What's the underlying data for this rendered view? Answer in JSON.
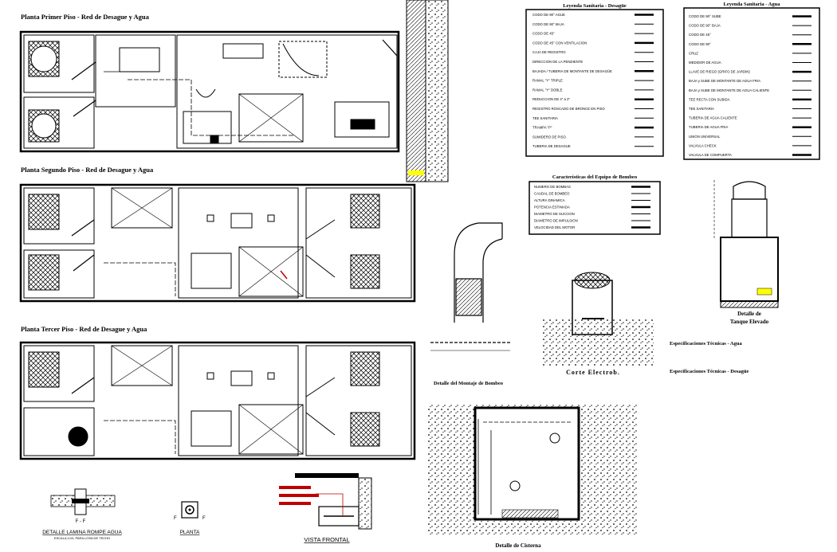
{
  "titles": {
    "floor1": "Planta Primer Piso - Red de Desague y Agua",
    "floor2": "Planta Segundo Piso - Red de Desague y Agua",
    "floor3": "Planta Tercer Piso - Red de Desague y Agua"
  },
  "legend_drain": {
    "title": "Leyenda Sanitaria - Desagüe",
    "items": [
      "CODO DE 90° AGUE",
      "CODO DE 90° BAJA",
      "CODO DE 45°",
      "CODO DE 45° CON VENTILACION",
      "CAJA DE REGISTRO",
      "DIRECCION DE LA PENDIENTE",
      "BAJADA / TUBERIA DE MONTANTE DE DESAGÜE",
      "RAMAL \"Y\" TRIPLE",
      "RAMAL \"Y\" DOBLE",
      "REDUCCION DE 4\" a 2\"",
      "REGISTRO ROSCADO DE BRONCE EN PISO",
      "TEE SANITARIA",
      "TRAMPA \"P\"",
      "SUMIDERO DE PISO",
      "TUBERIA DE DESAGUE"
    ]
  },
  "legend_water": {
    "title": "Leyenda Sanitaria - Agua",
    "items": [
      "CODO DE 90° SUBE",
      "CODO DE 90° BAJA",
      "CODO DE 45°",
      "CODO DE 90°",
      "CRUZ",
      "MEDIDOR DE AGUA",
      "LLAVE DE RIEGO (GRIFO DE JARDIN)",
      "BAJA y SUBE DE MONTANTE DE AGUA FRIA",
      "BAJA y SUBE DE MONTANTE DE AGUA CALIENTE",
      "TEE RECTA CON SUBIDA",
      "TEE SANITARIA",
      "TUBERIA DE AGUA CALIENTE",
      "TUBERIA DE AGUA FRIA",
      "UNION UNIVERSAL",
      "VALVULA CHECK",
      "VALVULA DE COMPUERTA"
    ]
  },
  "pump_table": {
    "title": "Características del Equipo de Bombeo",
    "rows": [
      "NUMERO DE BOMBAS",
      "CAUDAL DE BOMBEO",
      "ALTURA DINAMICA",
      "POTENCIA ESTIMADA",
      "DIAMETRO DE SUCCION",
      "DIAMETRO DE IMPULSION",
      "VELOCIDAD DEL MOTOR"
    ]
  },
  "labels": {
    "corte_electrob": "Corte Electrob.",
    "detalle_tanque": "Detalle de",
    "tanque_elevado": "Tanque Elevado",
    "detalle_montaje": "Detalle del Montaje de Bombeo",
    "detalle_cisterna": "Detalle de Cisterna",
    "esp_agua": "Especificaciones Técnicas - Agua",
    "esp_desague": "Especificaciones Técnicas - Desagüe",
    "detalle_lamina": "DETALLE LAMINA ROMPE AGUA",
    "detalle_lamina_sub": "ESCALA 1/10, PARA LOSA DE TECHO",
    "planta": "PLANTA",
    "vista_frontal": "VISTA FRONTAL",
    "ff": "F - F",
    "f": "F"
  },
  "colors": {
    "line": "#000000",
    "highlight": "#ffff00",
    "pipe_red": "#c00000"
  }
}
